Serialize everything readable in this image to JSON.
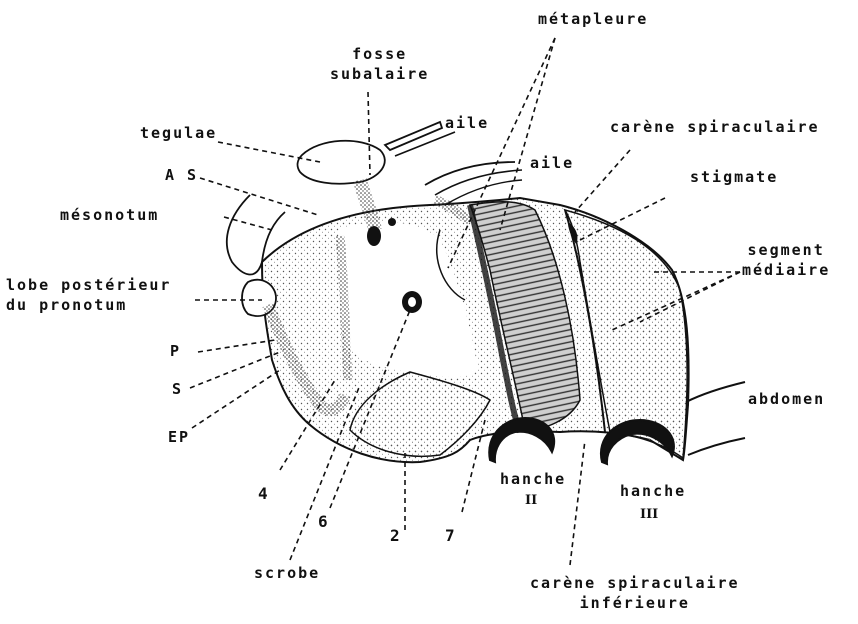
{
  "figure": {
    "labels": {
      "metapleure": "métapleure",
      "fosse_line1": "fosse",
      "fosse_line2": "subalaire",
      "aile_top": "aile",
      "aile_mid": "aile",
      "tegulae": "tegulae",
      "as": "A S",
      "mesonotum": "mésonotum",
      "lobe_line1": "lobe postérieur",
      "lobe_line2": "du pronotum",
      "p": "P",
      "s": "S",
      "ep": "EP",
      "carene_spiraculaire": "carène spiraculaire",
      "stigmate": "stigmate",
      "segment_line1": "segment",
      "segment_line2": "médiaire",
      "abdomen": "abdomen",
      "num_4": "4",
      "num_6": "6",
      "num_2": "2",
      "num_7": "7",
      "scrobe": "scrobe",
      "hanche_ii": "hanche",
      "hanche_ii_num": "II",
      "hanche_iii": "hanche",
      "hanche_iii_num": "III",
      "carene_inf_line1": "carène spiraculaire",
      "carene_inf_line2": "inférieure"
    },
    "colors": {
      "ink": "#111111",
      "stipple": "#8a8a8a",
      "background": "#ffffff"
    }
  }
}
